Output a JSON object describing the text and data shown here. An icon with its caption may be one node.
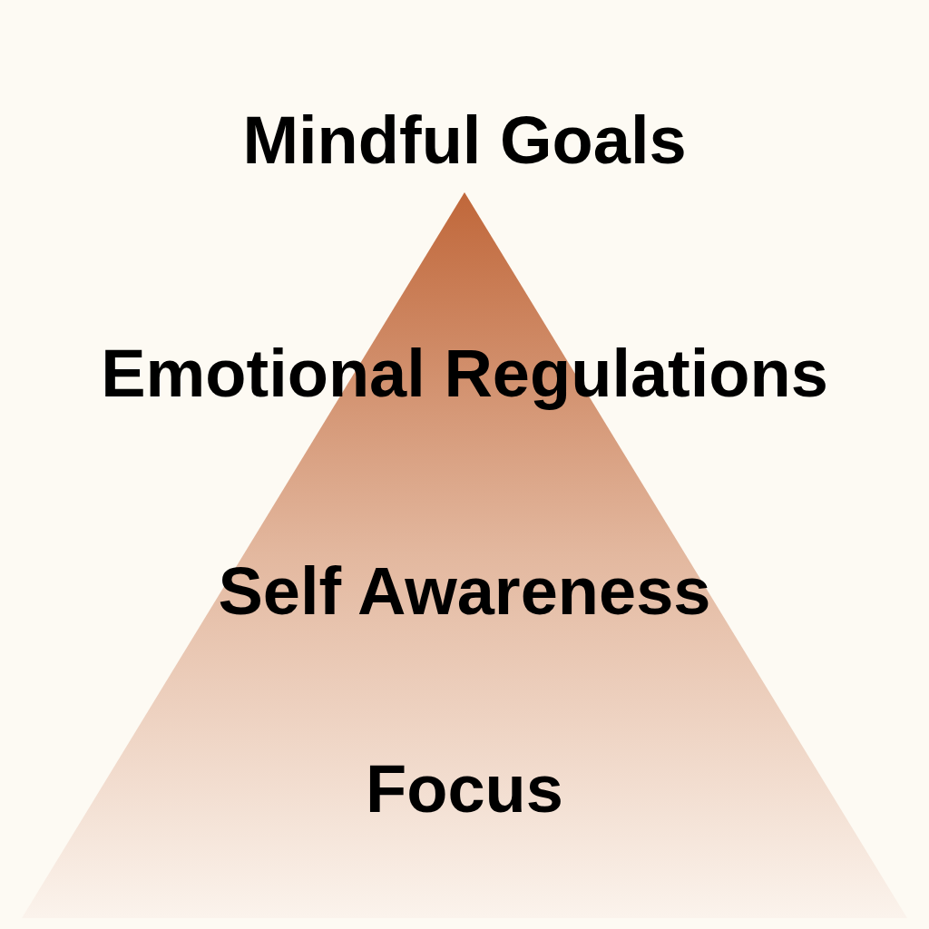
{
  "diagram": {
    "nodes": [
      {
        "text": [
          "Mindful Goals",
          "Emotional Regulations",
          "Self Awareness",
          "Focus"
        ]
      }
    ]
  }
}
